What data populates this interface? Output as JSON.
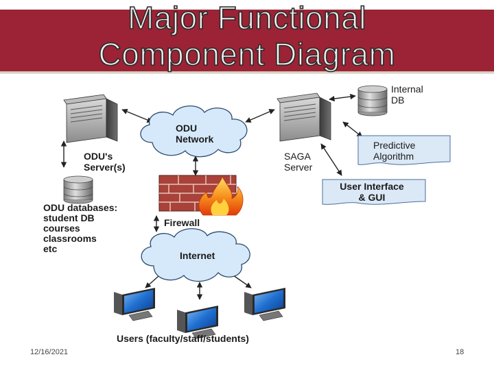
{
  "title": {
    "line1": "Major Functional",
    "line2": "Component Diagram"
  },
  "labels": {
    "odu_network": "ODU\nNetwork",
    "odu_servers": "ODU's\nServer(s)",
    "saga_server": "SAGA\nServer",
    "internal_db": "Internal\nDB",
    "predictive_algorithm": "Predictive\nAlgorithm",
    "user_interface": "User Interface\n& GUI",
    "odu_databases": "ODU databases:\nstudent DB\ncourses\nclassrooms\netc",
    "firewall": "Firewall",
    "internet": "Internet",
    "users": "Users (faculty/staff/students)"
  },
  "footer": {
    "date": "12/16/2021",
    "page": "18"
  },
  "colors": {
    "title_bar": "#9b2335",
    "cloud": "#d6e9fa",
    "note": "#dbe8f6",
    "wall": "#a8423a",
    "flame": "#f28a1a"
  },
  "icons": [
    "server-icon",
    "database-icon",
    "cloud-icon",
    "firewall-icon",
    "computer-icon",
    "note-icon"
  ]
}
